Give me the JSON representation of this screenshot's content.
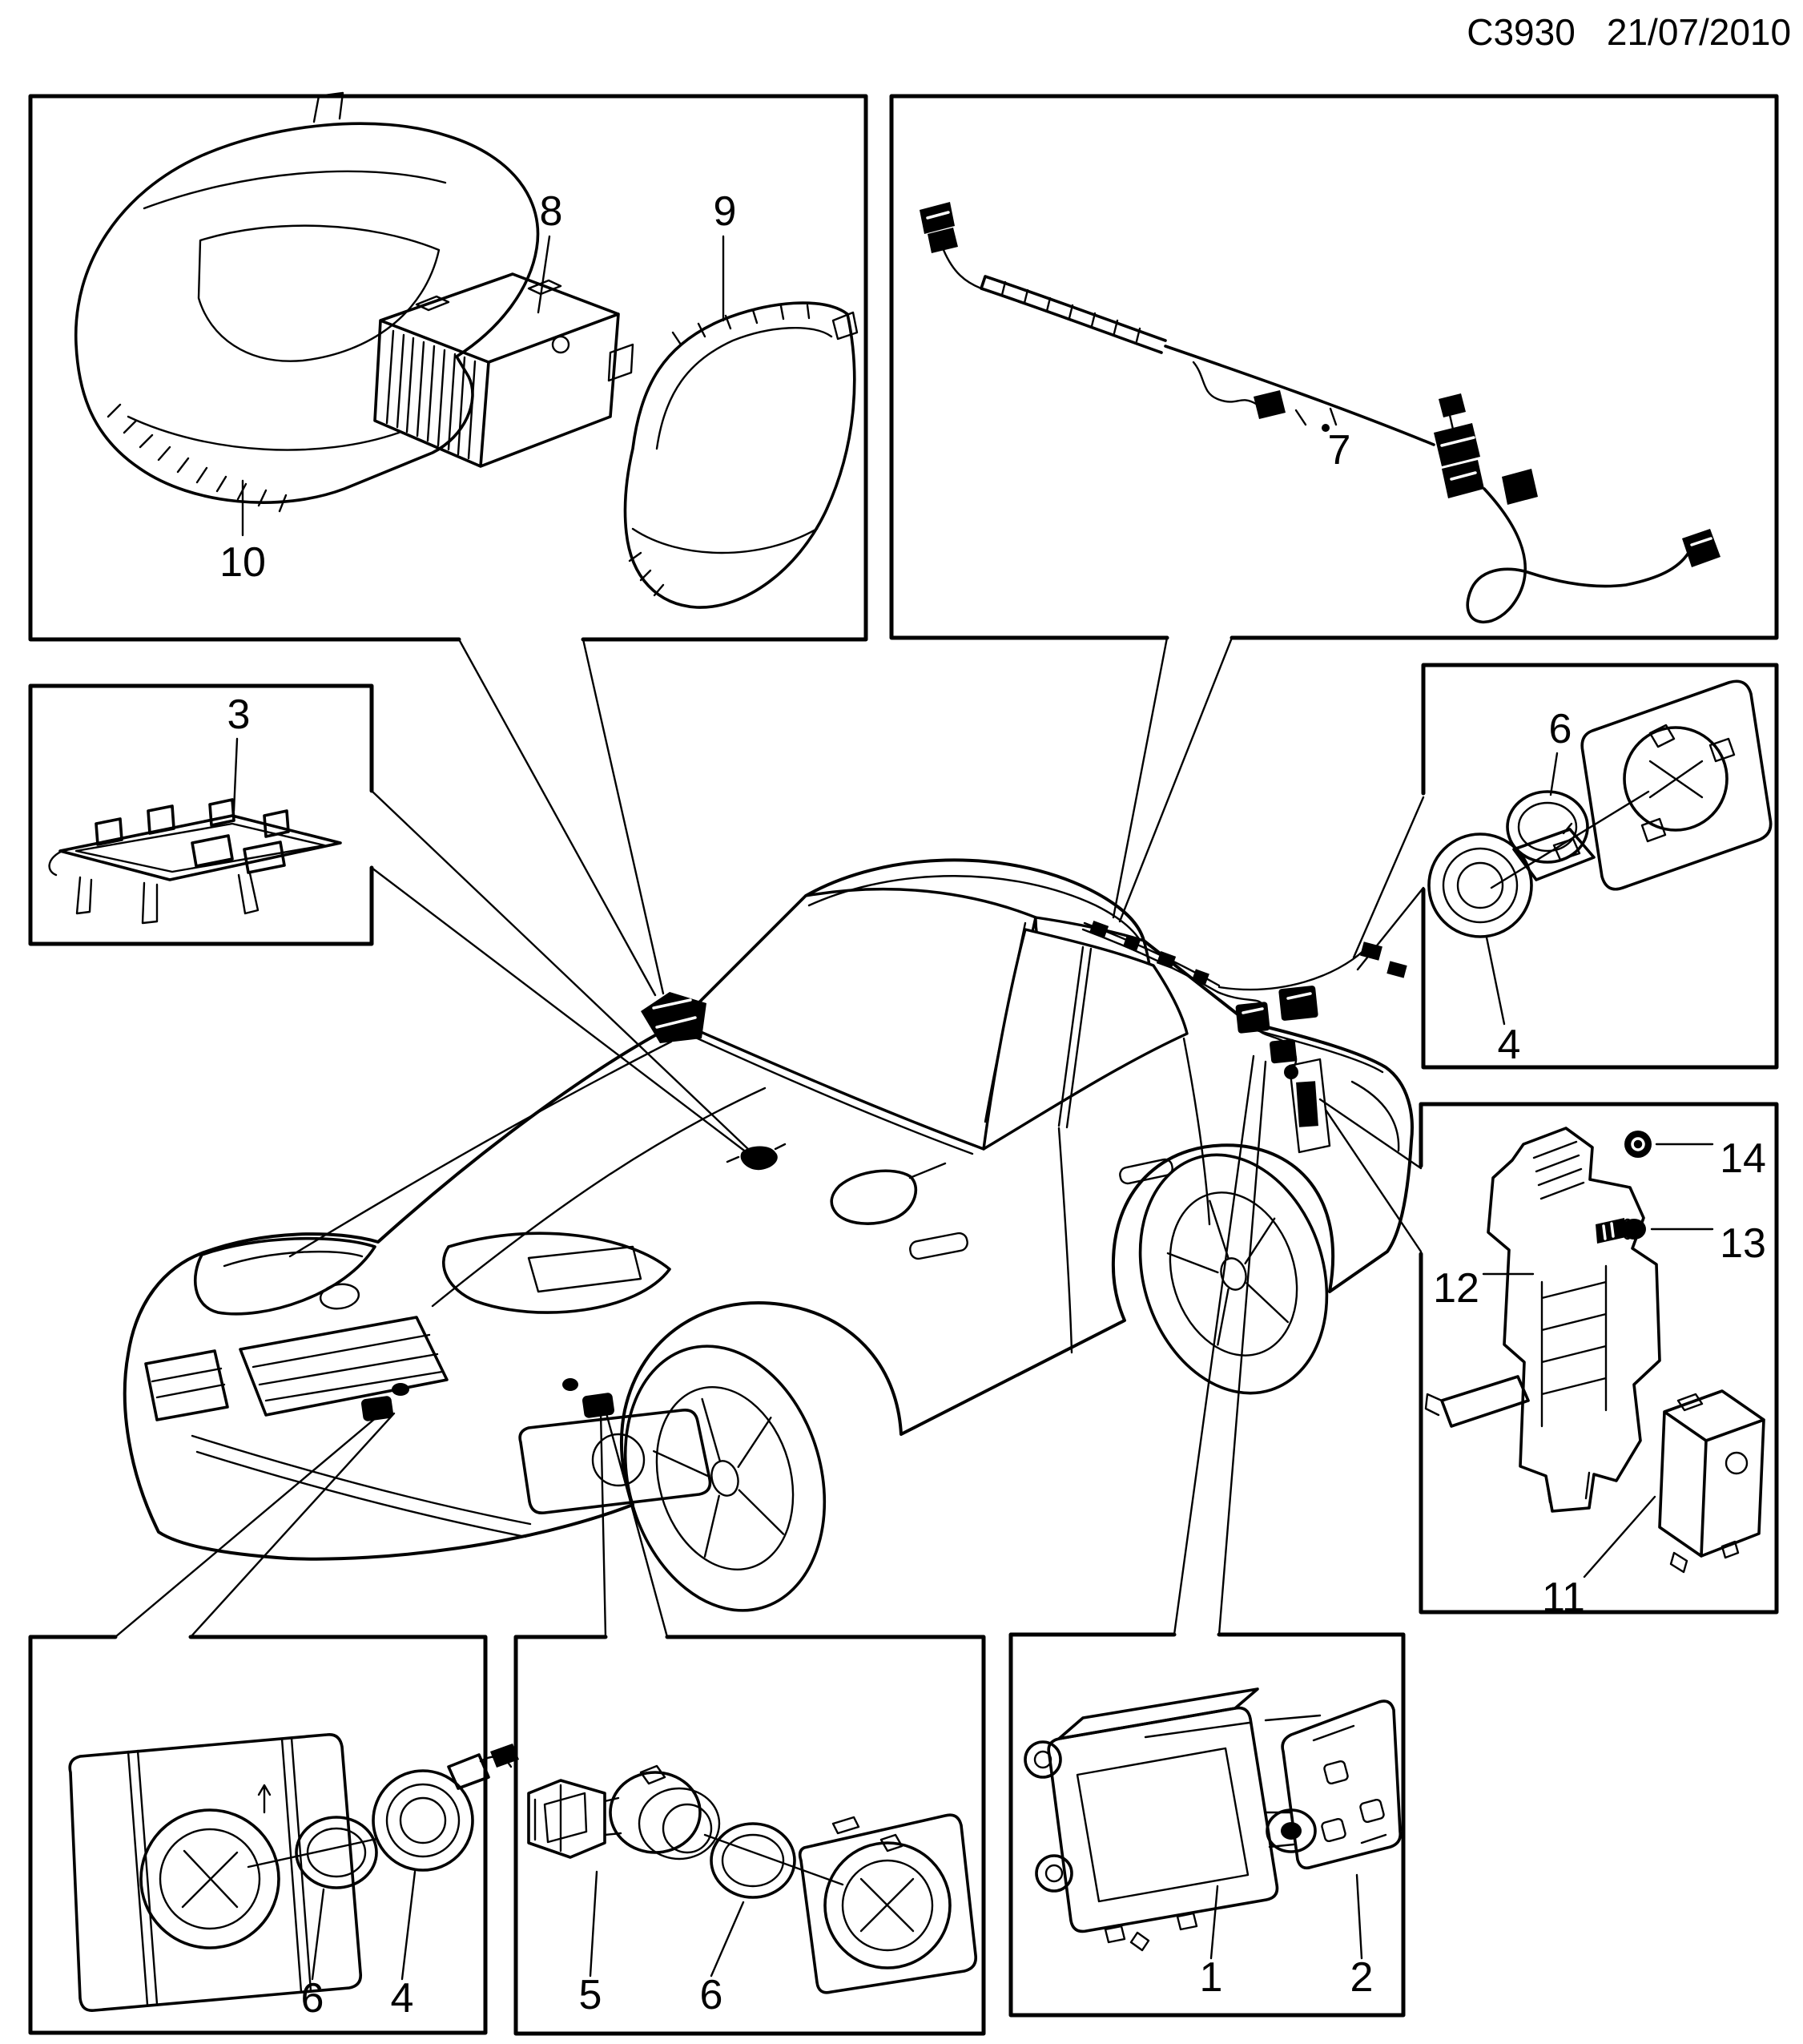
{
  "header": {
    "drawing_code": "C3930",
    "date": "21/07/2010"
  },
  "colors": {
    "ink": "#000000",
    "paper": "#ffffff"
  },
  "boxes": {
    "camera_unit": {
      "callouts": {
        "module": "8",
        "lower_cover": "9",
        "housing": "10"
      }
    },
    "roof_harness": {
      "callouts": {
        "harness": "7"
      }
    },
    "hood_bracket": {
      "callouts": {
        "bracket": "3"
      }
    },
    "rear_sensor": {
      "callouts": {
        "seal": "6",
        "sensor": "4"
      }
    },
    "quarter_bracket": {
      "callouts": {
        "nut": "14",
        "screw": "13",
        "bracket": "12",
        "module": "11"
      }
    },
    "front_corner_sensor": {
      "callouts": {
        "seal": "6",
        "sensor": "4"
      }
    },
    "front_center_sensor": {
      "callouts": {
        "sensor": "5",
        "seal": "6"
      }
    },
    "rear_module": {
      "callouts": {
        "module": "1",
        "bracket": "2"
      }
    }
  }
}
